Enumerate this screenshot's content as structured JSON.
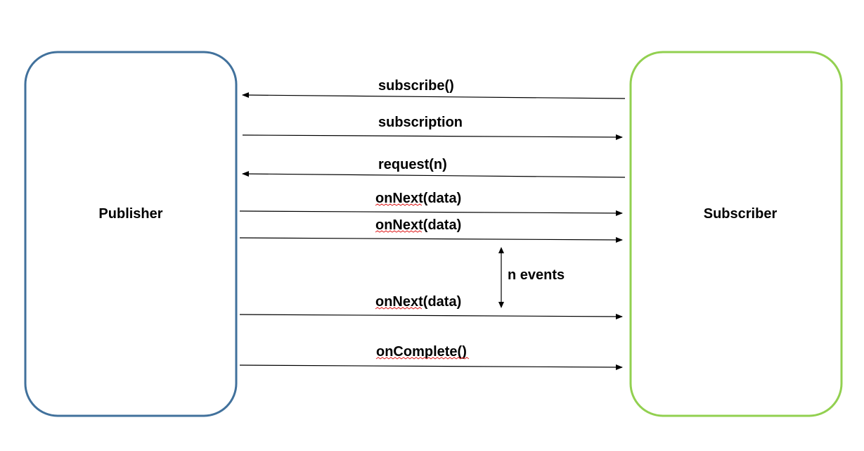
{
  "publisher": {
    "label": "Publisher",
    "border_color": "#41719c"
  },
  "subscriber": {
    "label": "Subscriber",
    "border_color": "#92d050"
  },
  "messages": [
    {
      "label": "subscribe()",
      "direction": "to-publisher",
      "spellcheck": false
    },
    {
      "label": "subscription",
      "direction": "to-subscriber",
      "spellcheck": false
    },
    {
      "label": "request(n)",
      "direction": "to-publisher",
      "spellcheck": false
    },
    {
      "label": "onNext(data)",
      "direction": "to-subscriber",
      "spellcheck": true
    },
    {
      "label": "onNext(data)",
      "direction": "to-subscriber",
      "spellcheck": true
    },
    {
      "label": "onNext(data)",
      "direction": "to-subscriber",
      "spellcheck": true
    },
    {
      "label": "onComplete()",
      "direction": "to-subscriber",
      "spellcheck": true
    }
  ],
  "events_marker": {
    "label": "n events"
  }
}
